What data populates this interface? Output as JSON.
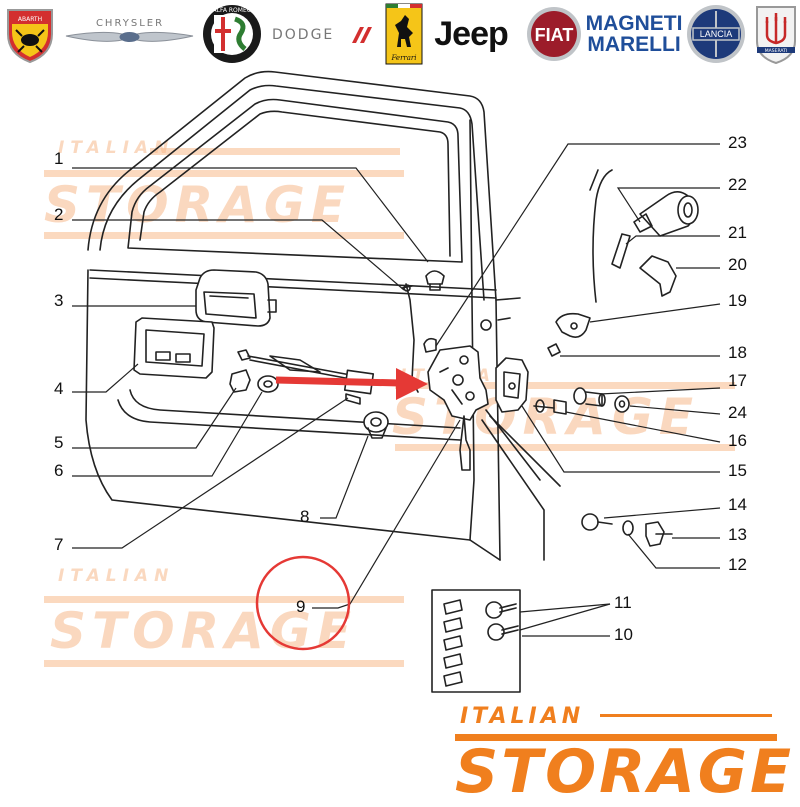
{
  "brands": {
    "abarth": "ABARTH",
    "chrysler": "CHRYSLER",
    "alfa": "ALFA ROMEO",
    "dodge": "DODGE",
    "ferrari": "Ferrari",
    "jeep": "Jeep",
    "fiat": "FIAT",
    "magneti_line1": "MAGNETI",
    "magneti_line2": "MARELLI",
    "lancia": "LANCIA",
    "maserati": "MASERATI"
  },
  "watermark": {
    "small": "ITALIAN",
    "big": "STORAGE"
  },
  "callouts": [
    "1",
    "2",
    "3",
    "4",
    "5",
    "6",
    "7",
    "8",
    "9",
    "10",
    "11",
    "12",
    "13",
    "14",
    "15",
    "16",
    "17",
    "18",
    "19",
    "20",
    "21",
    "22",
    "23",
    "24"
  ],
  "highlighted_callout": "9",
  "footer": {
    "line1": "ITALIAN",
    "line2": "STORAGE"
  },
  "colors": {
    "accent": "#f07f1e",
    "highlight": "#e53935",
    "watermark": "#f7b98b",
    "drawing": "#222222"
  }
}
